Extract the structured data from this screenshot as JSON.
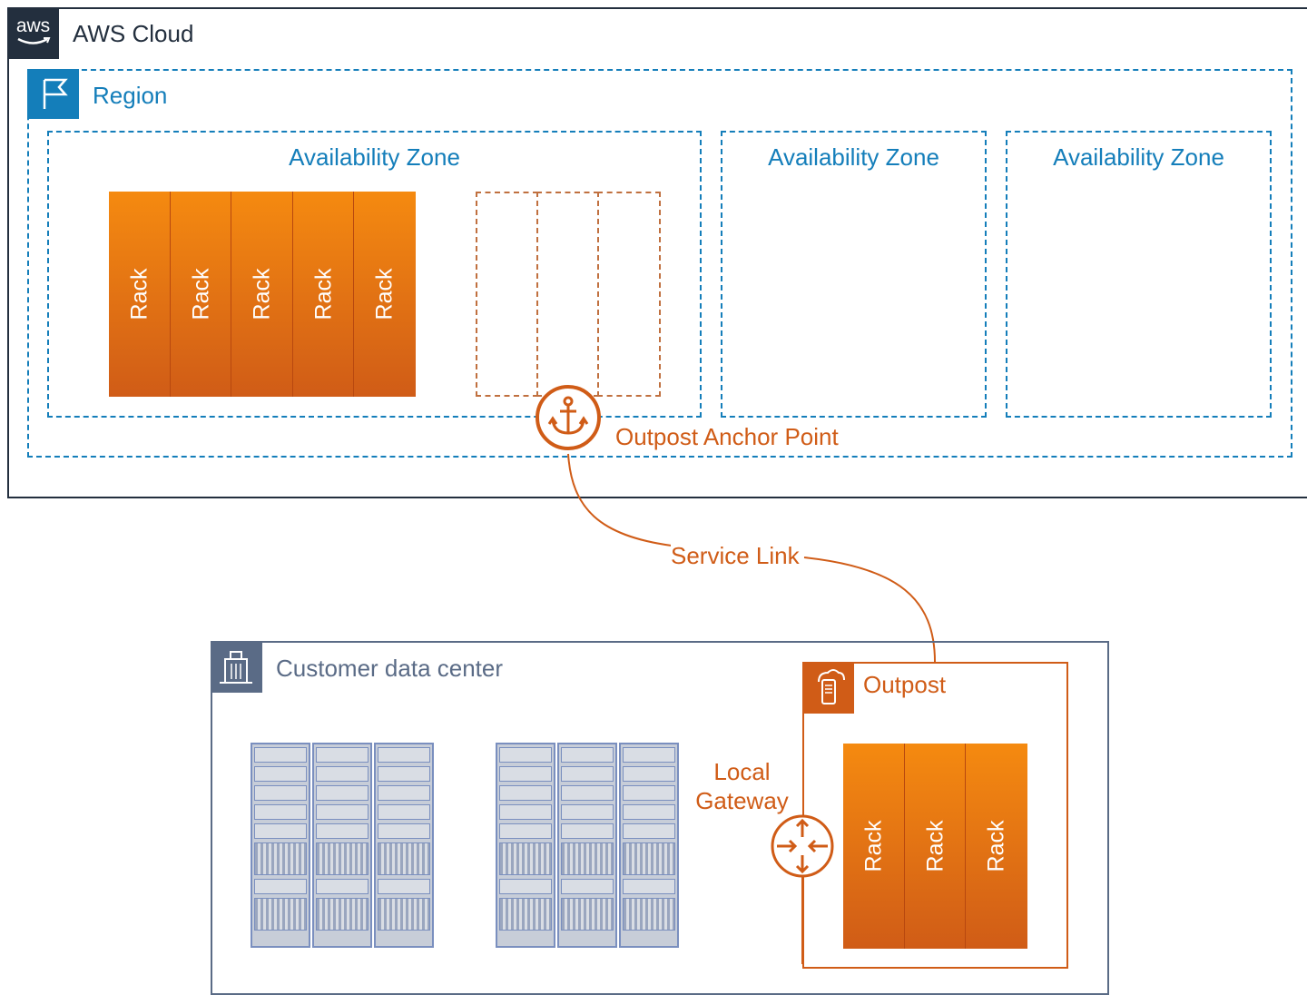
{
  "cloud": {
    "title": "AWS Cloud",
    "logo_text": "aws",
    "icon": "aws-logo-icon"
  },
  "region": {
    "title": "Region",
    "icon": "flag-icon"
  },
  "availability_zones": [
    {
      "label": "Availability Zone"
    },
    {
      "label": "Availability Zone"
    },
    {
      "label": "Availability Zone"
    }
  ],
  "region_racks": [
    "Rack",
    "Rack",
    "Rack",
    "Rack",
    "Rack"
  ],
  "anchor": {
    "label": "Outpost Anchor Point",
    "icon": "anchor-icon"
  },
  "service_link": {
    "label": "Service Link"
  },
  "datacenter": {
    "title": "Customer data center",
    "icon": "building-icon"
  },
  "outpost": {
    "title": "Outpost",
    "icon": "outpost-icon"
  },
  "local_gateway": {
    "label_line1": "Local",
    "label_line2": "Gateway",
    "icon": "router-icon"
  },
  "outpost_racks": [
    "Rack",
    "Rack",
    "Rack"
  ],
  "colors": {
    "cloud": "#232f3e",
    "region": "#147eba",
    "compute": "#d05c17",
    "datacenter": "#5a6b86"
  }
}
